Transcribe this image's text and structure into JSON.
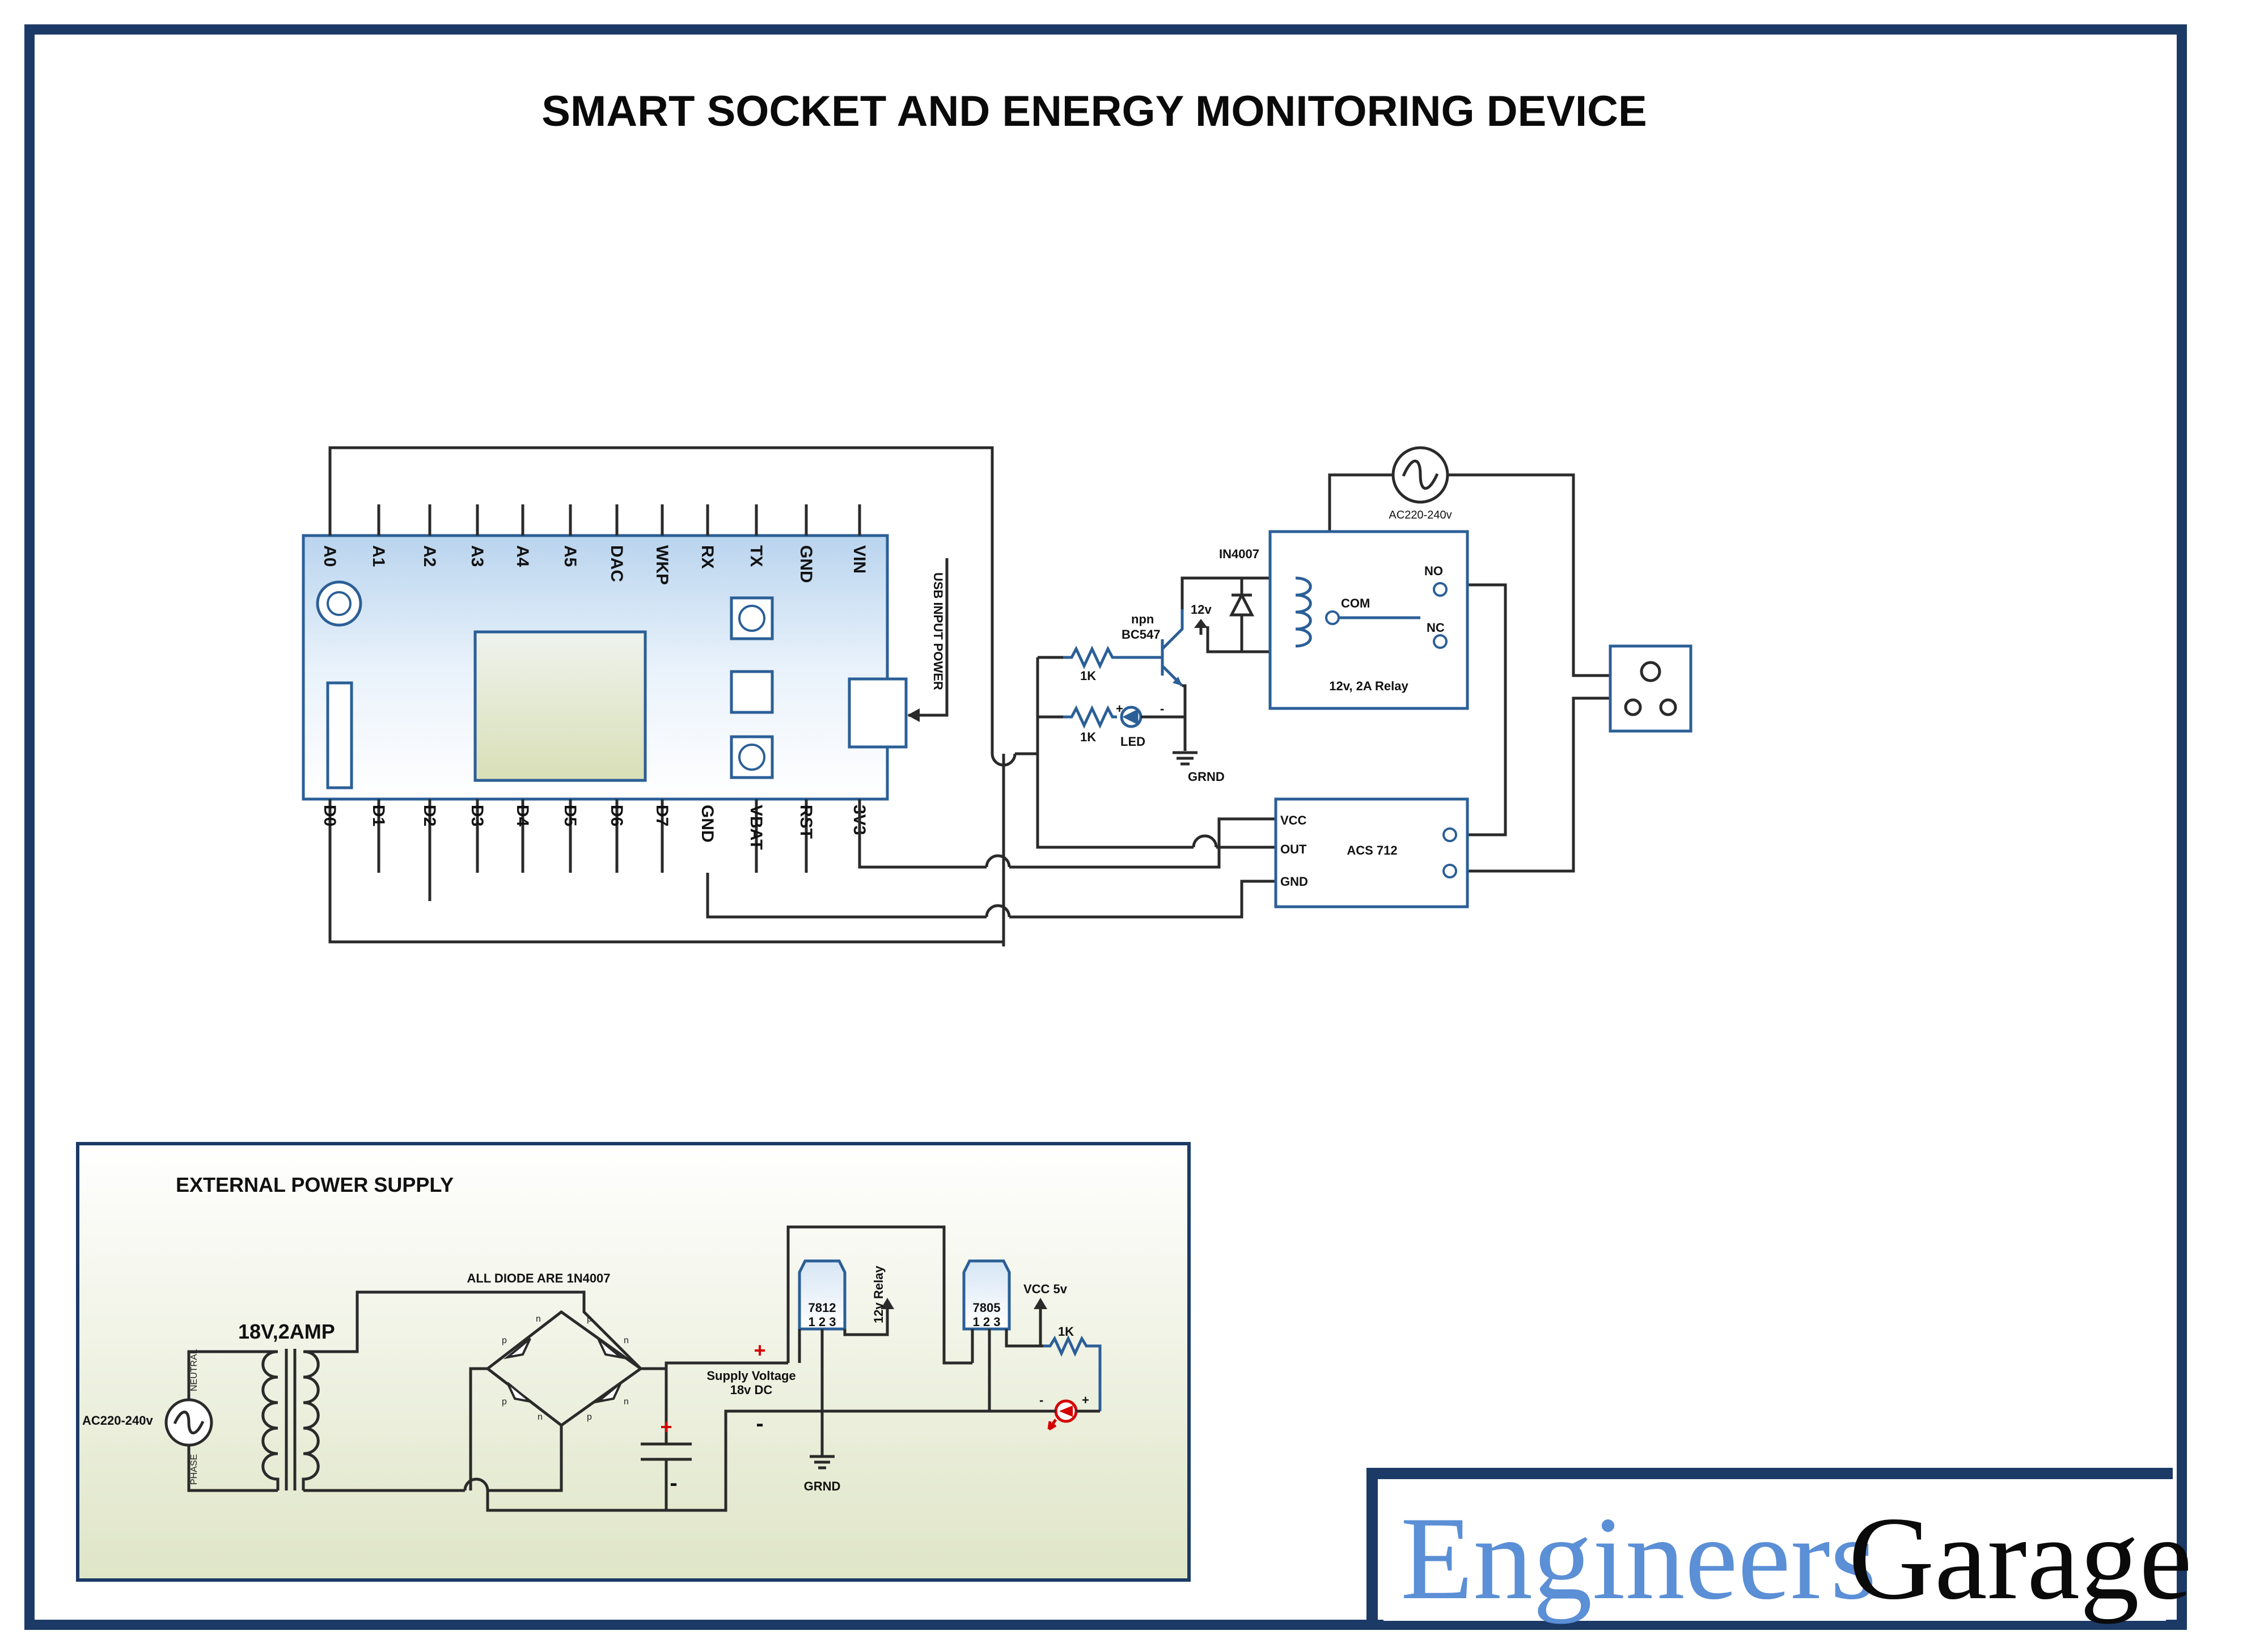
{
  "title": "SMART SOCKET AND ENERGY MONITORING DEVICE",
  "colors": {
    "frame": "#1c3a66",
    "board_edge": "#2b5f97",
    "accent_red": "#d40000",
    "logo_blue": "#5b8fd6"
  },
  "mcu": {
    "top_pins": [
      "A0",
      "A1",
      "A2",
      "A3",
      "A4",
      "A5",
      "DAC",
      "WKP",
      "RX",
      "TX",
      "GND",
      "VIN"
    ],
    "bottom_pins": [
      "D0",
      "D1",
      "D2",
      "D3",
      "D4",
      "D5",
      "D6",
      "D7",
      "GND",
      "VBAT",
      "RST",
      "3V3"
    ],
    "usb_label": "USB INPUT POWER"
  },
  "driver": {
    "diode_label": "IN4007",
    "transistor_label_1": "npn",
    "transistor_label_2": "BC547",
    "supply_label": "12v",
    "resistor1": "1K",
    "resistor2": "1K",
    "led_label": "LED",
    "ground_label": "GRND"
  },
  "relay": {
    "com": "COM",
    "no": "NO",
    "nc": "NC",
    "label": "12v, 2A Relay"
  },
  "ac_source_label": "AC220-240v",
  "sensor": {
    "vcc": "VCC",
    "out": "OUT",
    "gnd": "GND",
    "label": "ACS 712"
  },
  "power_supply": {
    "title": "EXTERNAL POWER SUPPLY",
    "transformer_label": "18V,2AMP",
    "diode_note": "ALL DIODE ARE 1N4007",
    "ac_label": "AC220-240v",
    "neutral": "NEUTRAL",
    "phase": "PHASE",
    "supply_label_1": "Supply Voltage",
    "supply_label_2": "18v DC",
    "reg1": "7812",
    "reg2": "7805",
    "reg_pins": "1 2 3",
    "relay_out": "12v Relay",
    "vcc_out": "VCC 5v",
    "resistor": "1K",
    "ground_label": "GRND",
    "plus": "+",
    "minus": "-",
    "diode_p": "p",
    "diode_n": "n"
  },
  "logo": {
    "part1": "Engineers",
    "part2": "Garage"
  }
}
